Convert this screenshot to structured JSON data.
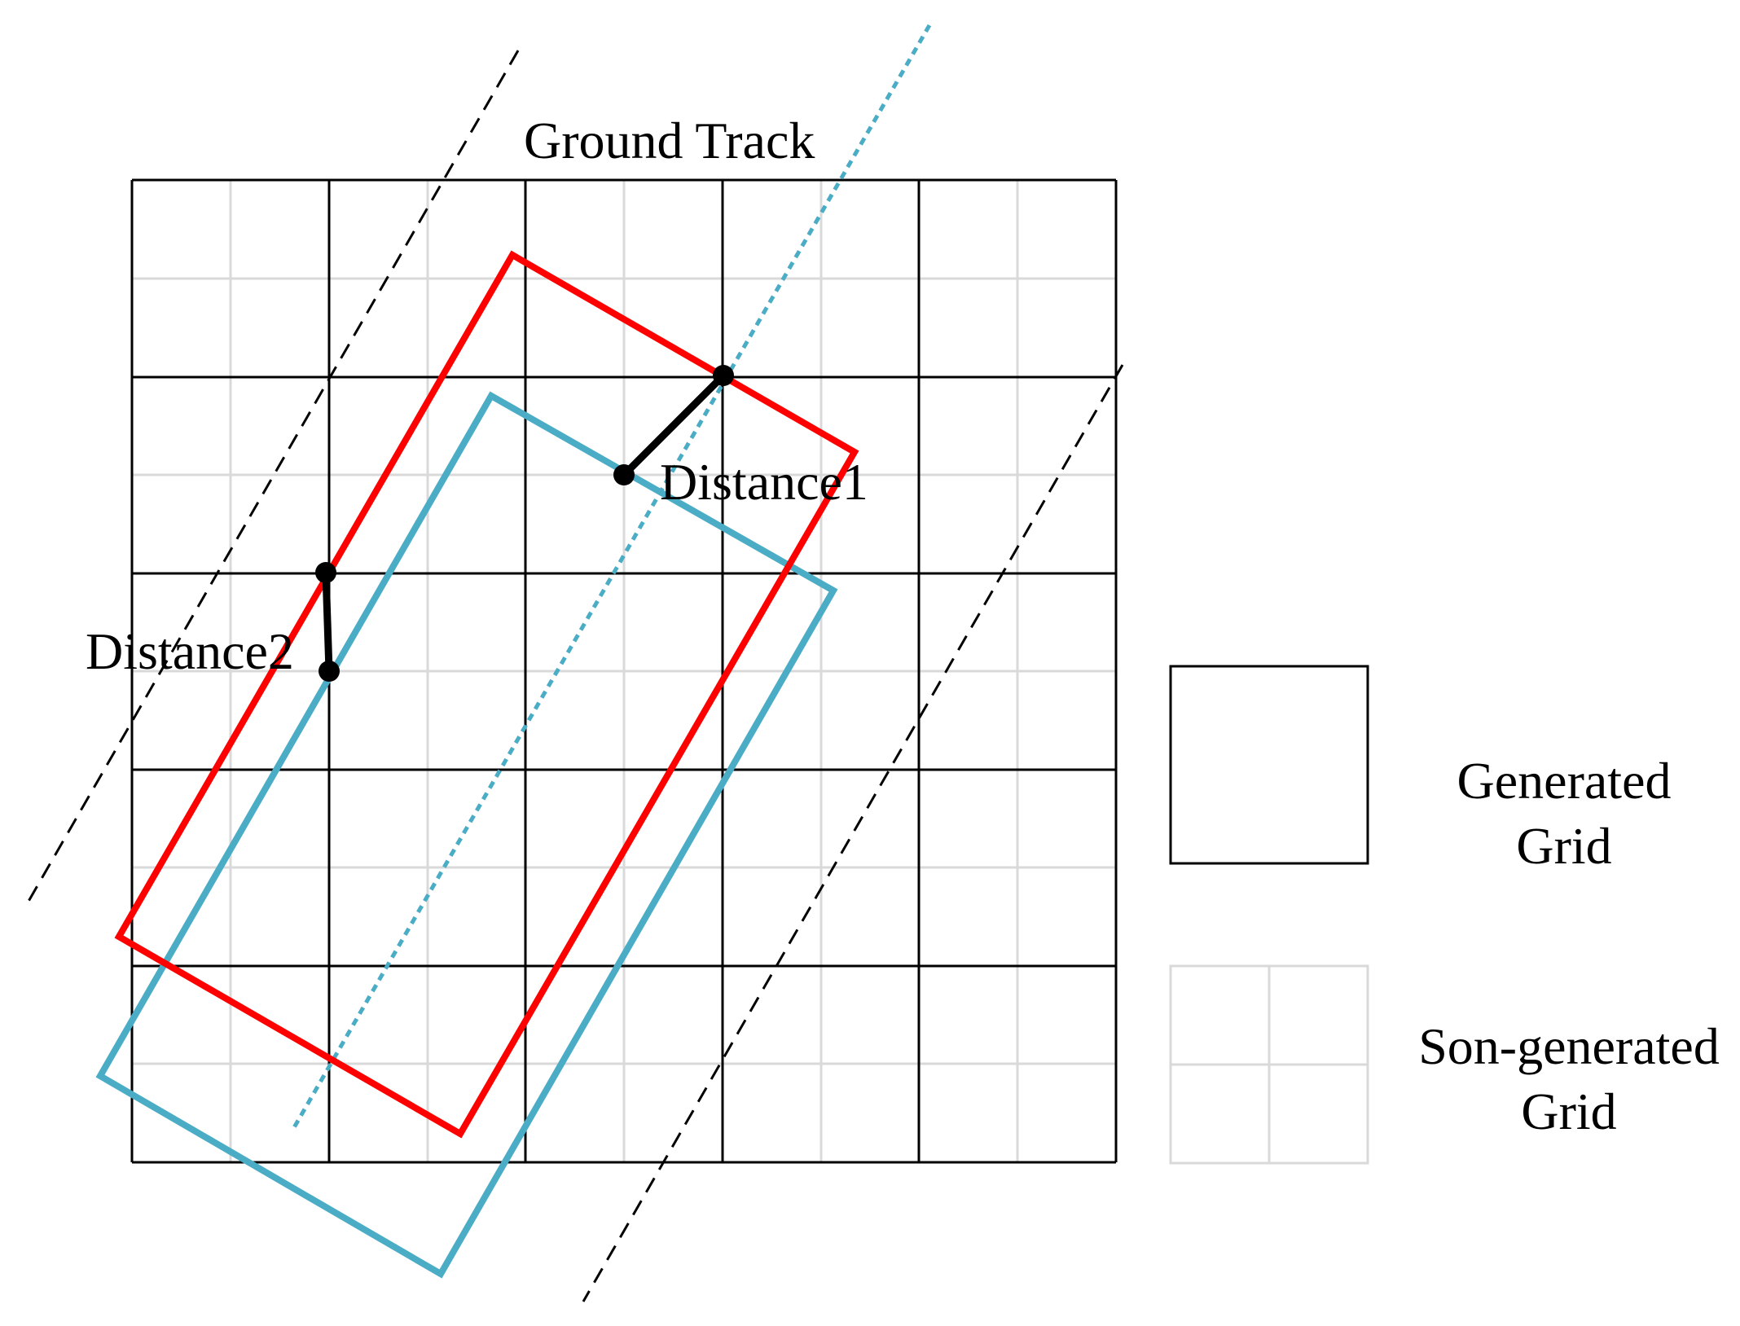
{
  "labels": {
    "ground_track": "Ground Track",
    "distance1": "Distance1",
    "distance2": "Distance2"
  },
  "legend": {
    "generated": {
      "line1": "Generated",
      "line2": "Grid"
    },
    "son_generated": {
      "line1": "Son-generated",
      "line2": "Grid"
    }
  },
  "grid": {
    "coarse_cells": 5,
    "fine_subdivisions_per_cell": 2
  },
  "colors": {
    "coarse_grid": "#000000",
    "fine_grid": "#d9d9d9",
    "red_footprint": "#ff0000",
    "blue_footprint": "#4bacc6",
    "ground_track": "#4bacc6",
    "swath_boundary": "#000000",
    "distance_marker": "#000000",
    "background": "#ffffff"
  }
}
